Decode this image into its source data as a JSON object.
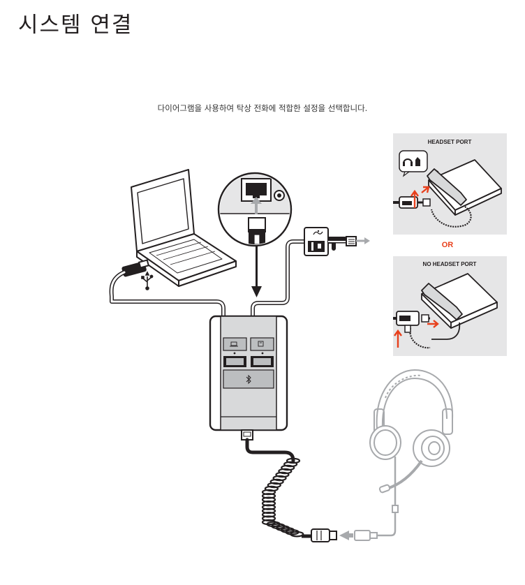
{
  "page": {
    "title": "시스템 연결",
    "instruction": "다이어그램을 사용하여 탁상 전화에 적합한 설정을 선택합니다."
  },
  "diagram": {
    "panel_top_label": "HEADSET PORT",
    "or_label": "OR",
    "panel_bottom_label": "NO HEADSET PORT"
  },
  "colors": {
    "accent": "#e8401c",
    "line": "#231f20",
    "panel_bg": "#e6e6e7",
    "device_gray": "#d8d9da",
    "button_gray": "#bcbec0",
    "arrow_gray": "#a7a9ac"
  },
  "icons": [
    "laptop-icon",
    "usb-icon",
    "headset-icon",
    "phone-icon",
    "bluetooth-icon"
  ]
}
